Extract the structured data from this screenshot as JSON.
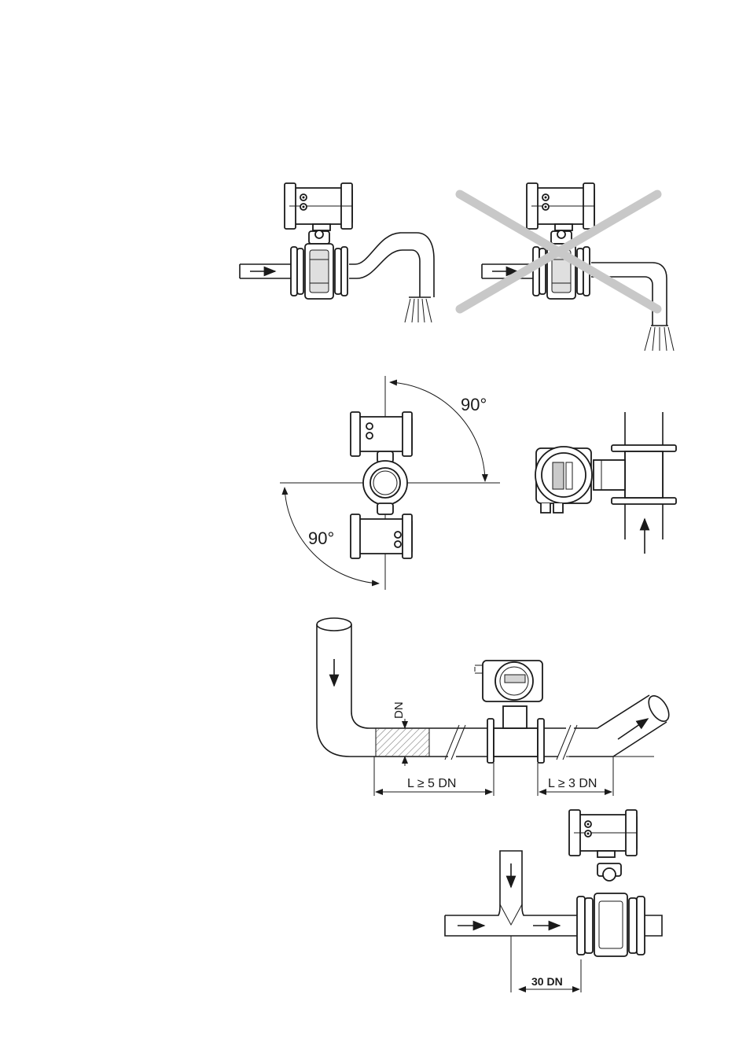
{
  "labels": {
    "angle_top": "90°",
    "angle_bottom": "90°",
    "dn_label": "DN",
    "upstream_length": "L ≥ 5 DN",
    "downstream_length": "L ≥ 3 DN",
    "t_junction_distance": "30 DN"
  },
  "colors": {
    "line": "#1a1a1a",
    "cross": "#c8c8c8",
    "hatch": "#7a7a7a"
  },
  "icons": {
    "flow_arrow": "flow-arrow-icon",
    "not_allowed": "cross-out-icon",
    "water_outflow": "water-stream-icon"
  }
}
